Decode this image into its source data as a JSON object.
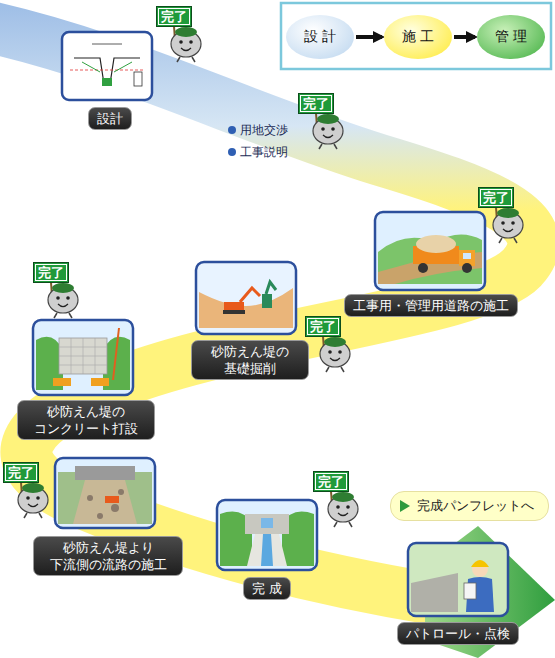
{
  "diagram": {
    "nodes": [
      {
        "text": [
          "設 計"
        ]
      },
      {
        "text": [
          "施 工"
        ]
      },
      {
        "text": [
          "管 理"
        ]
      },
      {
        "text": [
          "設計"
        ]
      },
      {
        "text": [
          "工事用・管理用道路の施工"
        ]
      },
      {
        "text": [
          "砂防えん堤の 基礎掘削"
        ]
      },
      {
        "text": [
          "砂防えん堤の コンクリート打設"
        ]
      },
      {
        "text": [
          "砂防えん堤より 下流側の流路の施工"
        ]
      },
      {
        "text": [
          "完 成"
        ]
      },
      {
        "text": [
          "完成パンフレットへ"
        ]
      },
      {
        "text": [
          "パトロール・点検"
        ]
      }
    ],
    "edges": [
      {
        "from": 0,
        "to": 1,
        "arrow": "to"
      },
      {
        "from": 1,
        "to": 2,
        "arrow": "to"
      }
    ],
    "labels": [
      "用地交渉",
      "工事説明",
      "完了",
      "完了",
      "完了",
      "完了",
      "完了",
      "完了",
      "完了"
    ]
  }
}
